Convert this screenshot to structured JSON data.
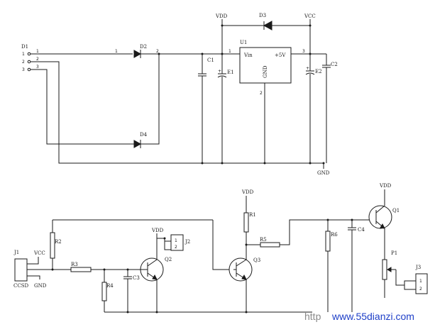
{
  "top": {
    "d1": "D1",
    "d1_pins": [
      "1",
      "2",
      "3"
    ],
    "wire_pins": [
      "1",
      "2",
      "3"
    ],
    "d2": "D2",
    "d3": "D3",
    "d4": "D4",
    "vdd": "VDD",
    "vcc": "VCC",
    "u1": "U1",
    "u1_vin": "Vin",
    "u1_vout": "+5V",
    "u1_gnd": "GND",
    "u1_pin_in": "1",
    "u1_pin_gnd": "2",
    "u1_pin_out": "3",
    "c1": "C1",
    "e1": "E1",
    "e2": "E2",
    "c2": "C2",
    "gnd": "GND"
  },
  "bottom": {
    "j1": "J1",
    "j1_vcc": "VCC",
    "j1_ccsd": "CCSD",
    "j1_gnd": "GND",
    "r2": "R2",
    "r3": "R3",
    "r4": "R4",
    "c3": "C3",
    "vdd_q2": "VDD",
    "j2": "J2",
    "j2_pins": [
      "1",
      "2"
    ],
    "q2": "Q2",
    "q3": "Q3",
    "vdd_r1": "VDD",
    "r1": "R1",
    "r5": "R5",
    "r6": "R6",
    "c4": "C4",
    "vdd_q1": "VDD",
    "q1": "Q1",
    "p1": "P1",
    "j3": "J3",
    "j3_pins": [
      "1",
      "2"
    ]
  },
  "watermark": {
    "prefix": "http",
    "url": "www.55dianzi.com",
    "color_url": "#1e3fc8",
    "color_prefix": "#8a8a8a"
  }
}
